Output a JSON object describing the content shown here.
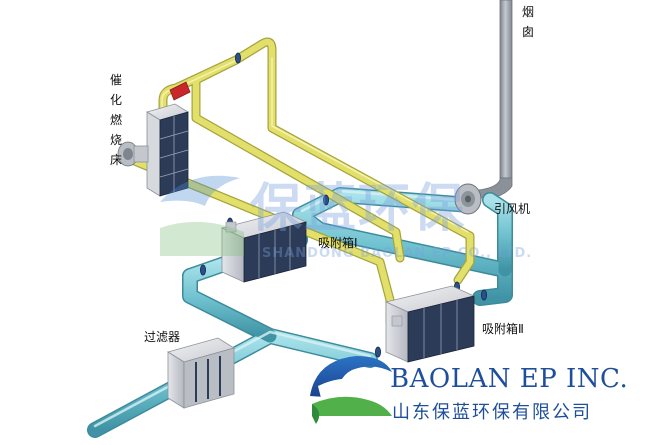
{
  "labels": {
    "chimney": "烟囱",
    "catalytic_bed": "催化燃烧床",
    "fan": "引风机",
    "adsorber_1": "吸附箱Ⅰ",
    "adsorber_2": "吸附箱Ⅱ",
    "filter": "过滤器"
  },
  "watermark": {
    "cn": "保蓝环保",
    "en": "SHANDONG BAOLAN EP CO., LTD."
  },
  "logo": {
    "en": "BAOLAN EP INC.",
    "cn": "山东保蓝环保有限公司"
  },
  "colors": {
    "blue_duct": "#6fc1cf",
    "yellow_pipe": "#e2e06a",
    "equipment_gray": "#c9ccd3",
    "equipment_dark": "#2c3b58",
    "chimney": "#9aa0a8",
    "valve_red": "#c8282a",
    "brand_blue": "#1e4f9c"
  }
}
